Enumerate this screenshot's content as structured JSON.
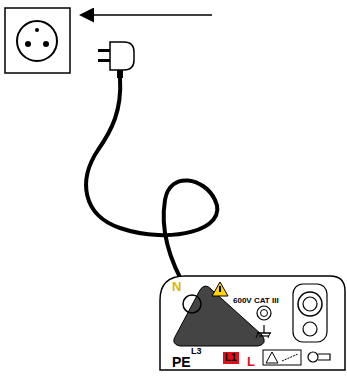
{
  "diagram": {
    "labels": [
      "N",
      "600V CAT III",
      "PE",
      "L3",
      "L1",
      "L"
    ]
  }
}
